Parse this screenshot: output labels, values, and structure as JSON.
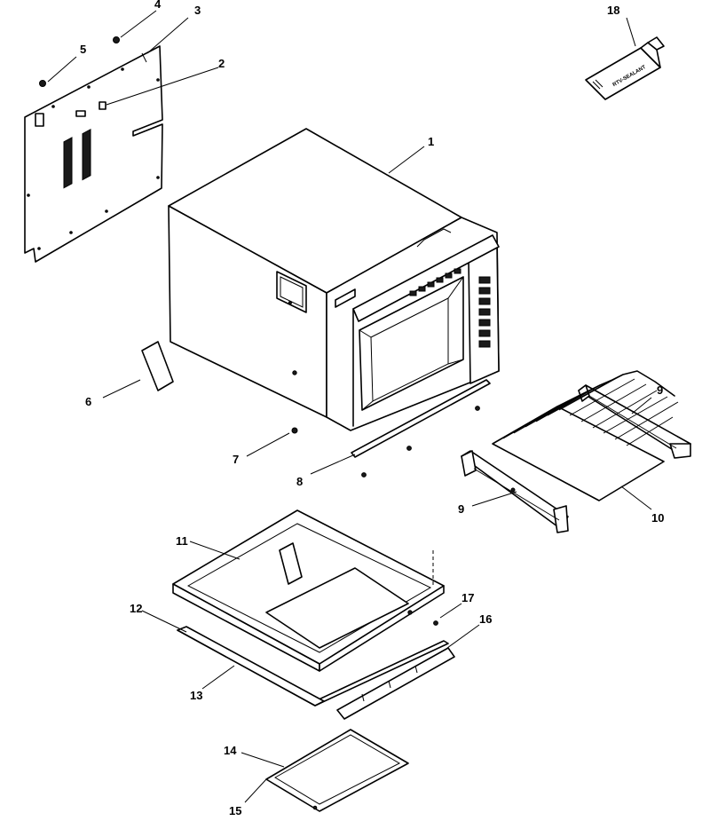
{
  "callouts": [
    {
      "id": "1",
      "text": "1"
    },
    {
      "id": "2",
      "text": "2"
    },
    {
      "id": "3",
      "text": "3"
    },
    {
      "id": "4",
      "text": "4"
    },
    {
      "id": "5",
      "text": "5"
    },
    {
      "id": "6",
      "text": "6"
    },
    {
      "id": "7",
      "text": "7"
    },
    {
      "id": "8",
      "text": "8"
    },
    {
      "id": "9a",
      "text": "9"
    },
    {
      "id": "9b",
      "text": "9"
    },
    {
      "id": "10",
      "text": "10"
    },
    {
      "id": "11",
      "text": "11"
    },
    {
      "id": "12",
      "text": "12"
    },
    {
      "id": "13",
      "text": "13"
    },
    {
      "id": "14",
      "text": "14"
    },
    {
      "id": "15",
      "text": "15"
    },
    {
      "id": "16",
      "text": "16"
    },
    {
      "id": "17",
      "text": "17"
    },
    {
      "id": "18",
      "text": "18"
    }
  ],
  "tube_label": "RTV-SEALANT"
}
